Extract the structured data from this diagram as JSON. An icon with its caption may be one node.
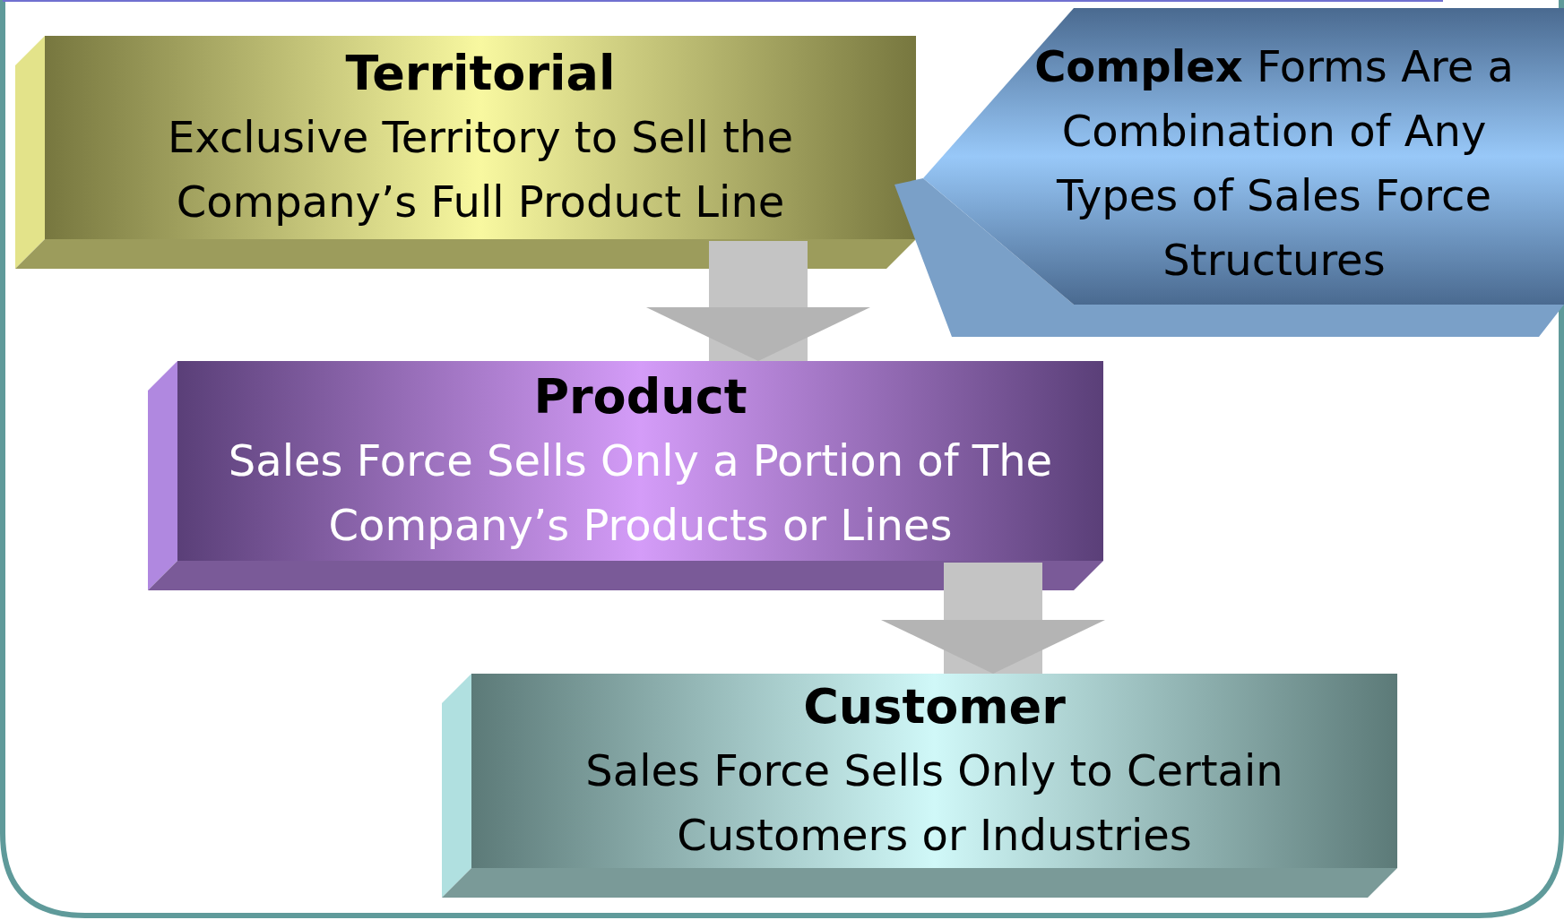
{
  "diagram": {
    "nodes": [
      {
        "text": [
          "Territorial",
          "Exclusive Territory to Sell the Company’s Full Product Line"
        ]
      },
      {
        "text": [
          "**Complex** Forms Are a Combination of Any Types of Sales Force Structures"
        ]
      },
      {
        "text": [
          "Product",
          "Sales Force Sells Only a Portion of The Company’s Products or Lines"
        ]
      },
      {
        "text": [
          "Customer",
          "Sales Force Sells Only to Certain Customers or Industries"
        ]
      }
    ],
    "edges": [
      {
        "from": 0,
        "to": 2,
        "arrow": "to"
      },
      {
        "from": 2,
        "to": 3,
        "arrow": "to"
      }
    ]
  }
}
